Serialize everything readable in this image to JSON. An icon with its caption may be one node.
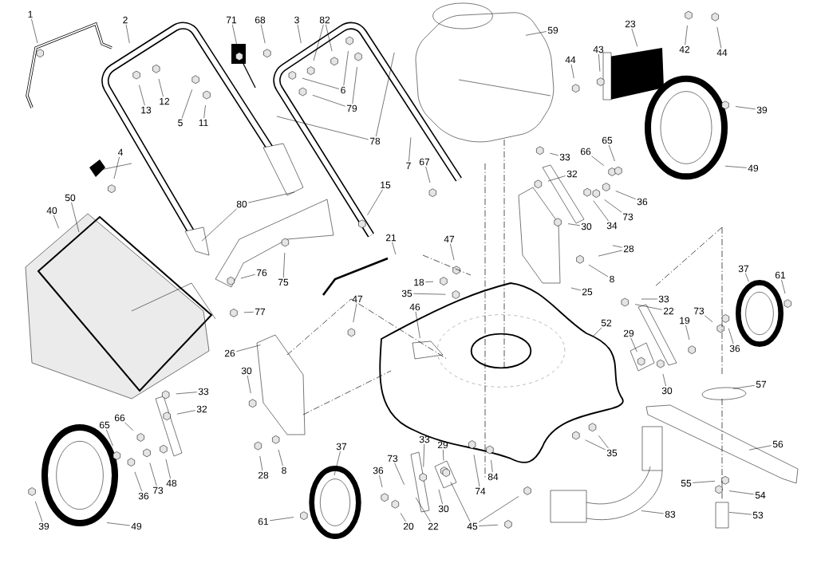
{
  "diagram": {
    "nodes": [
      {
        "text": [
          "1"
        ]
      },
      {
        "text": [
          "2"
        ]
      },
      {
        "text": [
          "71"
        ]
      },
      {
        "text": [
          "68"
        ]
      },
      {
        "text": [
          "3"
        ]
      },
      {
        "text": [
          "82"
        ]
      },
      {
        "text": [
          "12"
        ]
      },
      {
        "text": [
          "13"
        ]
      },
      {
        "text": [
          "5"
        ]
      },
      {
        "text": [
          "11"
        ]
      },
      {
        "text": [
          "6"
        ]
      },
      {
        "text": [
          "79"
        ]
      },
      {
        "text": [
          "78"
        ]
      },
      {
        "text": [
          "4"
        ]
      },
      {
        "text": [
          "7"
        ]
      },
      {
        "text": [
          "15"
        ]
      },
      {
        "text": [
          "67"
        ]
      },
      {
        "text": [
          "80"
        ]
      },
      {
        "text": [
          "50"
        ]
      },
      {
        "text": [
          "40"
        ]
      },
      {
        "text": [
          "21"
        ]
      },
      {
        "text": [
          "59"
        ]
      },
      {
        "text": [
          "23"
        ]
      },
      {
        "text": [
          "43"
        ]
      },
      {
        "text": [
          "44"
        ]
      },
      {
        "text": [
          "42"
        ]
      },
      {
        "text": [
          "44"
        ]
      },
      {
        "text": [
          "39"
        ]
      },
      {
        "text": [
          "33"
        ]
      },
      {
        "text": [
          "32"
        ]
      },
      {
        "text": [
          "66"
        ]
      },
      {
        "text": [
          "65"
        ]
      },
      {
        "text": [
          "49"
        ]
      },
      {
        "text": [
          "36"
        ]
      },
      {
        "text": [
          "73"
        ]
      },
      {
        "text": [
          "34"
        ]
      },
      {
        "text": [
          "30"
        ]
      },
      {
        "text": [
          "28"
        ]
      },
      {
        "text": [
          "8"
        ]
      },
      {
        "text": [
          "47"
        ]
      },
      {
        "text": [
          "25"
        ]
      },
      {
        "text": [
          "76"
        ]
      },
      {
        "text": [
          "75"
        ]
      },
      {
        "text": [
          "77"
        ]
      },
      {
        "text": [
          "18"
        ]
      },
      {
        "text": [
          "35"
        ]
      },
      {
        "text": [
          "47"
        ]
      },
      {
        "text": [
          "46"
        ]
      },
      {
        "text": [
          "26"
        ]
      },
      {
        "text": [
          "30"
        ]
      },
      {
        "text": [
          "33"
        ]
      },
      {
        "text": [
          "32"
        ]
      },
      {
        "text": [
          "66"
        ]
      },
      {
        "text": [
          "65"
        ]
      },
      {
        "text": [
          "48"
        ]
      },
      {
        "text": [
          "73"
        ]
      },
      {
        "text": [
          "36"
        ]
      },
      {
        "text": [
          "39"
        ]
      },
      {
        "text": [
          "49"
        ]
      },
      {
        "text": [
          "28"
        ]
      },
      {
        "text": [
          "8"
        ]
      },
      {
        "text": [
          "37"
        ]
      },
      {
        "text": [
          "61"
        ]
      },
      {
        "text": [
          "36"
        ]
      },
      {
        "text": [
          "73"
        ]
      },
      {
        "text": [
          "20"
        ]
      },
      {
        "text": [
          "33"
        ]
      },
      {
        "text": [
          "29"
        ]
      },
      {
        "text": [
          "74"
        ]
      },
      {
        "text": [
          "84"
        ]
      },
      {
        "text": [
          "30"
        ]
      },
      {
        "text": [
          "22"
        ]
      },
      {
        "text": [
          "45"
        ]
      },
      {
        "text": [
          "35"
        ]
      },
      {
        "text": [
          "83"
        ]
      },
      {
        "text": [
          "52"
        ]
      },
      {
        "text": [
          "33"
        ]
      },
      {
        "text": [
          "22"
        ]
      },
      {
        "text": [
          "29"
        ]
      },
      {
        "text": [
          "19"
        ]
      },
      {
        "text": [
          "73"
        ]
      },
      {
        "text": [
          "36"
        ]
      },
      {
        "text": [
          "30"
        ]
      },
      {
        "text": [
          "37"
        ]
      },
      {
        "text": [
          "61"
        ]
      },
      {
        "text": [
          "57"
        ]
      },
      {
        "text": [
          "56"
        ]
      },
      {
        "text": [
          "55"
        ]
      },
      {
        "text": [
          "54"
        ]
      },
      {
        "text": [
          "53"
        ]
      }
    ],
    "edges": [
      {
        "from": 0,
        "to": null,
        "arrow": "none"
      },
      {
        "from": 1,
        "to": null,
        "arrow": "none"
      },
      {
        "from": 2,
        "to": null,
        "arrow": "none"
      },
      {
        "from": 3,
        "to": null,
        "arrow": "none"
      },
      {
        "from": 4,
        "to": null,
        "arrow": "none"
      },
      {
        "from": 5,
        "to": null,
        "arrow": "none"
      },
      {
        "from": 5,
        "to": null,
        "arrow": "none"
      },
      {
        "from": 6,
        "to": null,
        "arrow": "none"
      },
      {
        "from": 7,
        "to": null,
        "arrow": "none"
      },
      {
        "from": 8,
        "to": null,
        "arrow": "none"
      },
      {
        "from": 9,
        "to": null,
        "arrow": "none"
      },
      {
        "from": 10,
        "to": null,
        "arrow": "none"
      },
      {
        "from": 10,
        "to": null,
        "arrow": "none"
      },
      {
        "from": 11,
        "to": null,
        "arrow": "none"
      },
      {
        "from": 11,
        "to": null,
        "arrow": "none"
      },
      {
        "from": 12,
        "to": null,
        "arrow": "none"
      },
      {
        "from": 12,
        "to": null,
        "arrow": "none"
      },
      {
        "from": 13,
        "to": null,
        "arrow": "none"
      },
      {
        "from": 14,
        "to": null,
        "arrow": "none"
      },
      {
        "from": 15,
        "to": null,
        "arrow": "none"
      },
      {
        "from": 16,
        "to": null,
        "arrow": "none"
      },
      {
        "from": 17,
        "to": null,
        "arrow": "none"
      },
      {
        "from": 17,
        "to": null,
        "arrow": "none"
      },
      {
        "from": 18,
        "to": null,
        "arrow": "none"
      },
      {
        "from": 19,
        "to": null,
        "arrow": "none"
      },
      {
        "from": 20,
        "to": null,
        "arrow": "none"
      },
      {
        "from": 21,
        "to": null,
        "arrow": "none"
      },
      {
        "from": 22,
        "to": null,
        "arrow": "none"
      },
      {
        "from": 23,
        "to": null,
        "arrow": "none"
      },
      {
        "from": 24,
        "to": null,
        "arrow": "none"
      },
      {
        "from": 25,
        "to": null,
        "arrow": "none"
      },
      {
        "from": 26,
        "to": null,
        "arrow": "none"
      },
      {
        "from": 27,
        "to": null,
        "arrow": "none"
      },
      {
        "from": 28,
        "to": null,
        "arrow": "none"
      },
      {
        "from": 29,
        "to": null,
        "arrow": "none"
      },
      {
        "from": 30,
        "to": null,
        "arrow": "none"
      },
      {
        "from": 31,
        "to": null,
        "arrow": "none"
      },
      {
        "from": 32,
        "to": null,
        "arrow": "none"
      },
      {
        "from": 33,
        "to": null,
        "arrow": "none"
      },
      {
        "from": 34,
        "to": null,
        "arrow": "none"
      },
      {
        "from": 35,
        "to": null,
        "arrow": "none"
      },
      {
        "from": 36,
        "to": null,
        "arrow": "none"
      },
      {
        "from": 37,
        "to": null,
        "arrow": "none"
      },
      {
        "from": 37,
        "to": null,
        "arrow": "none"
      },
      {
        "from": 38,
        "to": null,
        "arrow": "none"
      },
      {
        "from": 39,
        "to": null,
        "arrow": "none"
      },
      {
        "from": 40,
        "to": null,
        "arrow": "none"
      },
      {
        "from": 41,
        "to": null,
        "arrow": "none"
      },
      {
        "from": 42,
        "to": null,
        "arrow": "none"
      },
      {
        "from": 43,
        "to": null,
        "arrow": "none"
      },
      {
        "from": 44,
        "to": null,
        "arrow": "none"
      },
      {
        "from": 45,
        "to": null,
        "arrow": "none"
      },
      {
        "from": 46,
        "to": null,
        "arrow": "none"
      },
      {
        "from": 47,
        "to": null,
        "arrow": "none"
      },
      {
        "from": 48,
        "to": null,
        "arrow": "none"
      },
      {
        "from": 49,
        "to": null,
        "arrow": "none"
      },
      {
        "from": 50,
        "to": null,
        "arrow": "none"
      },
      {
        "from": 51,
        "to": null,
        "arrow": "none"
      },
      {
        "from": 52,
        "to": null,
        "arrow": "none"
      },
      {
        "from": 53,
        "to": null,
        "arrow": "none"
      },
      {
        "from": 54,
        "to": null,
        "arrow": "none"
      },
      {
        "from": 55,
        "to": null,
        "arrow": "none"
      },
      {
        "from": 56,
        "to": null,
        "arrow": "none"
      },
      {
        "from": 57,
        "to": null,
        "arrow": "none"
      },
      {
        "from": 58,
        "to": null,
        "arrow": "none"
      },
      {
        "from": 59,
        "to": null,
        "arrow": "none"
      },
      {
        "from": 60,
        "to": null,
        "arrow": "none"
      },
      {
        "from": 61,
        "to": null,
        "arrow": "none"
      },
      {
        "from": 62,
        "to": null,
        "arrow": "none"
      },
      {
        "from": 63,
        "to": null,
        "arrow": "none"
      },
      {
        "from": 64,
        "to": null,
        "arrow": "none"
      },
      {
        "from": 65,
        "to": null,
        "arrow": "none"
      },
      {
        "from": 66,
        "to": null,
        "arrow": "none"
      },
      {
        "from": 67,
        "to": null,
        "arrow": "none"
      },
      {
        "from": 68,
        "to": null,
        "arrow": "none"
      },
      {
        "from": 69,
        "to": null,
        "arrow": "none"
      },
      {
        "from": 70,
        "to": null,
        "arrow": "none"
      },
      {
        "from": 71,
        "to": null,
        "arrow": "none"
      },
      {
        "from": 72,
        "to": null,
        "arrow": "none"
      },
      {
        "from": 72,
        "to": null,
        "arrow": "none"
      },
      {
        "from": 72,
        "to": null,
        "arrow": "none"
      },
      {
        "from": 73,
        "to": null,
        "arrow": "none"
      },
      {
        "from": 73,
        "to": null,
        "arrow": "none"
      },
      {
        "from": 74,
        "to": null,
        "arrow": "none"
      },
      {
        "from": 75,
        "to": null,
        "arrow": "none"
      },
      {
        "from": 76,
        "to": null,
        "arrow": "none"
      },
      {
        "from": 77,
        "to": null,
        "arrow": "none"
      },
      {
        "from": 78,
        "to": null,
        "arrow": "none"
      },
      {
        "from": 79,
        "to": null,
        "arrow": "none"
      },
      {
        "from": 80,
        "to": null,
        "arrow": "none"
      },
      {
        "from": 81,
        "to": null,
        "arrow": "none"
      },
      {
        "from": 82,
        "to": null,
        "arrow": "none"
      },
      {
        "from": 83,
        "to": null,
        "arrow": "none"
      },
      {
        "from": 84,
        "to": null,
        "arrow": "none"
      },
      {
        "from": 85,
        "to": null,
        "arrow": "none"
      },
      {
        "from": 86,
        "to": null,
        "arrow": "none"
      },
      {
        "from": 87,
        "to": null,
        "arrow": "none"
      },
      {
        "from": 88,
        "to": null,
        "arrow": "none"
      },
      {
        "from": 89,
        "to": null,
        "arrow": "none"
      }
    ]
  }
}
